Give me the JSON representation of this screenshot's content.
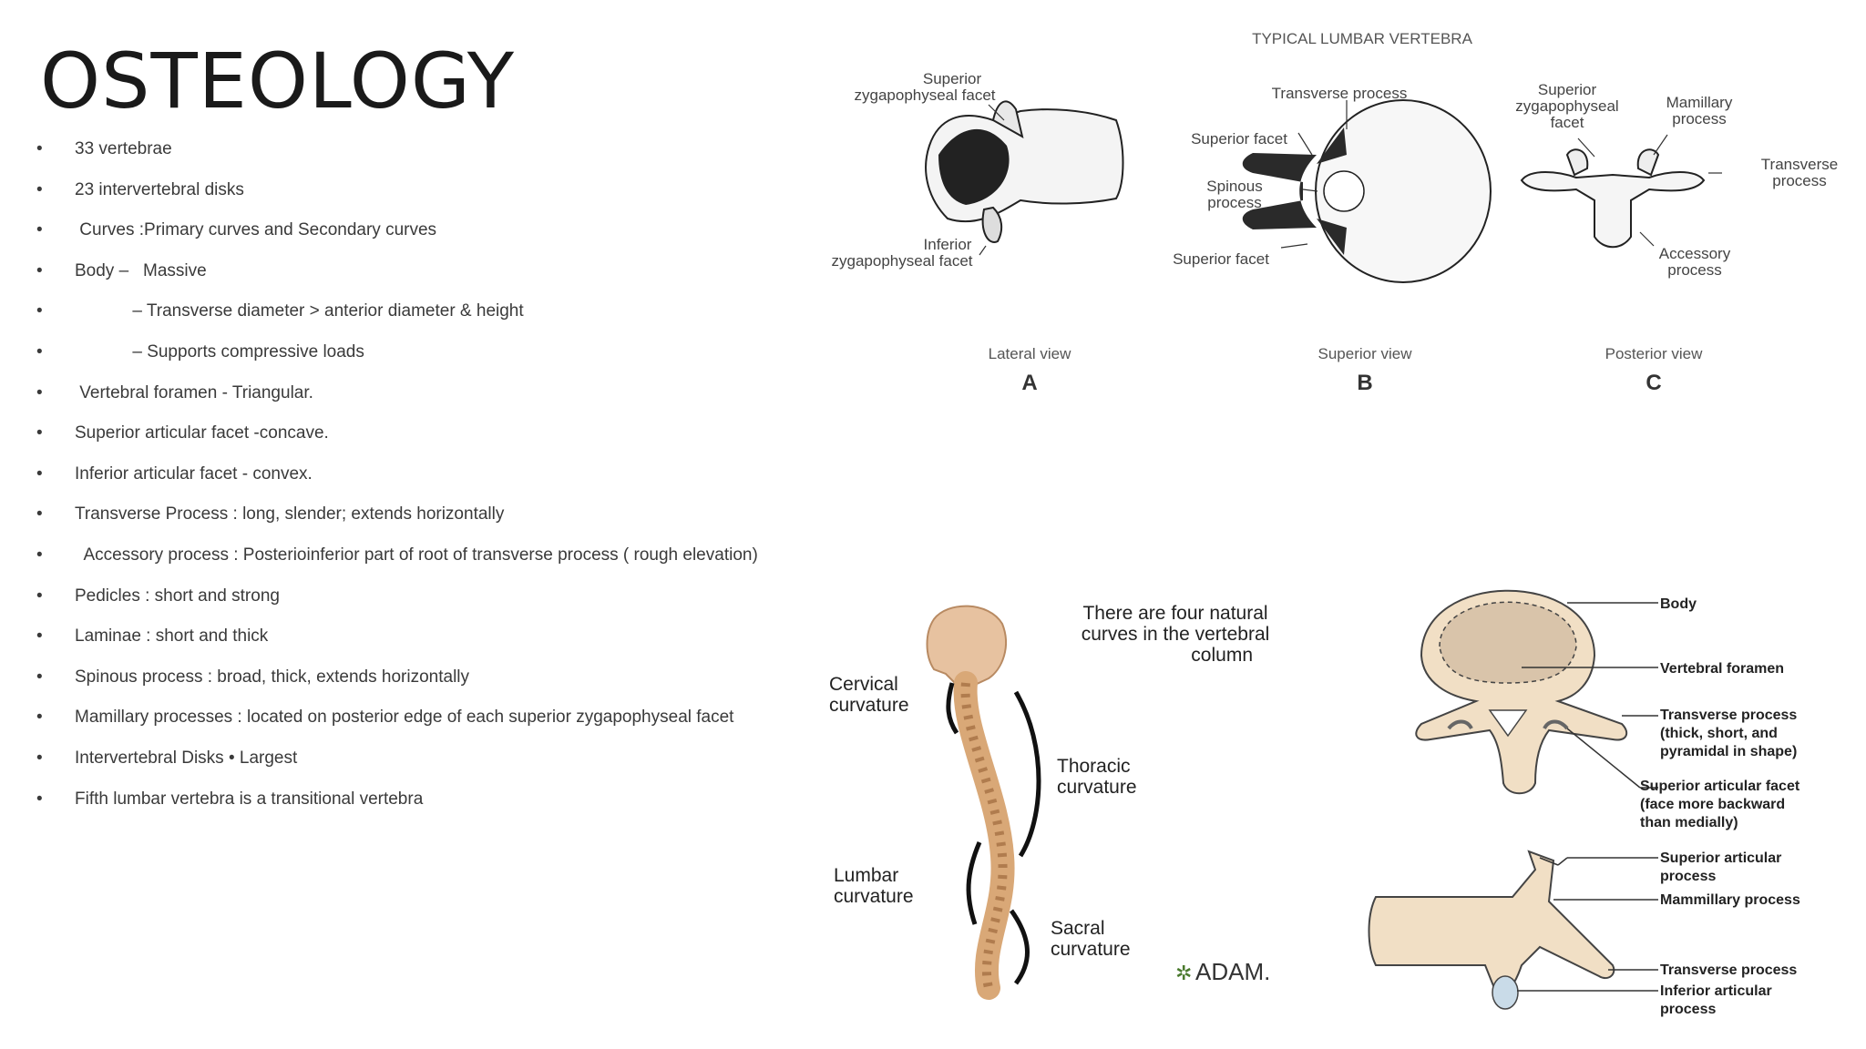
{
  "slide": {
    "title": "OSTEOLOGY",
    "bullet_glyph": "•",
    "bullets": [
      "33 vertebrae",
      "23 intervertebral disks",
      " Curves :Primary curves and Secondary curves",
      "Body –   Massive",
      "            – Transverse diameter > anterior diameter & height",
      "            – Supports compressive loads",
      " Vertebral foramen - Triangular.",
      "Superior articular facet -concave.",
      "Inferior articular facet - convex.",
      "Transverse Process : long, slender; extends horizontally",
      "  Accessory process : Posterioinferior part of root of transverse process ( rough elevation)",
      "Pedicles : short and strong",
      "Laminae : short and thick",
      "Spinous process : broad, thick, extends horizontally",
      "Mamillary processes : located on posterior edge of each superior zygapophyseal facet",
      "Intervertebral Disks • Largest",
      "Fifth lumbar vertebra is a transitional vertebra"
    ]
  },
  "figure_lumbar": {
    "title": "TYPICAL LUMBAR VERTEBRA",
    "lateral": {
      "label_sup_1": "Superior",
      "label_sup_2": "zygapophyseal facet",
      "label_inf_1": "Inferior",
      "label_inf_2": "zygapophyseal facet",
      "caption": "Lateral view",
      "letter": "A"
    },
    "superior": {
      "label_transverse": "Transverse process",
      "label_sup_facet_top": "Superior facet",
      "label_spinous_1": "Spinous",
      "label_spinous_2": "process",
      "label_sup_facet_bottom": "Superior facet",
      "caption": "Superior view",
      "letter": "B"
    },
    "posterior": {
      "label_sup_1": "Superior",
      "label_sup_2": "zygapophyseal",
      "label_sup_3": "facet",
      "label_mam_1": "Mamillary",
      "label_mam_2": "process",
      "label_trans_1": "Transverse",
      "label_trans_2": "process",
      "label_acc_1": "Accessory",
      "label_acc_2": "process",
      "caption": "Posterior view",
      "letter": "C"
    }
  },
  "figure_spine": {
    "note_1": "There are four natural",
    "note_2": "curves in the vertebral",
    "note_3": "column",
    "cervical_1": "Cervical",
    "cervical_2": "curvature",
    "thoracic_1": "Thoracic",
    "thoracic_2": "curvature",
    "lumbar_1": "Lumbar",
    "lumbar_2": "curvature",
    "sacral_1": "Sacral",
    "sacral_2": "curvature",
    "logo": "ADAM."
  },
  "figure_labeled": {
    "body": "Body",
    "foramen": "Vertebral foramen",
    "transverse_1": "Transverse process",
    "transverse_2": "(thick, short, and",
    "transverse_3": "pyramidal in shape)",
    "facet_1": "Superior articular facet",
    "facet_2": "(face more backward",
    "facet_3": "than medially)",
    "sup_art_1": "Superior articular",
    "sup_art_2": "process",
    "mammillary": "Mammillary process",
    "transverse_lat": "Transverse process",
    "inf_art_1": "Inferior articular",
    "inf_art_2": "process"
  }
}
